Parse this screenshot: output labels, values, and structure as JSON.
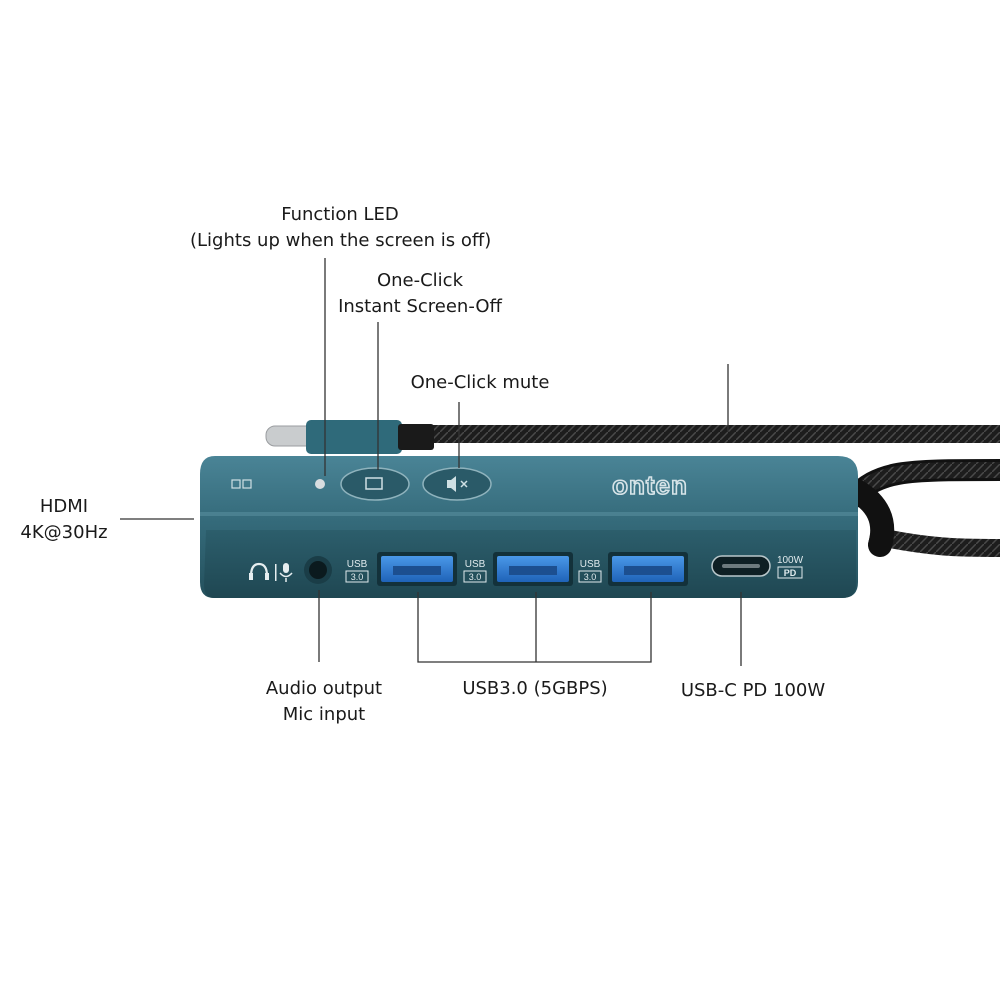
{
  "callouts": {
    "function_led": {
      "line1": "Function LED",
      "line2": "(Lights up when the screen is off)"
    },
    "screen_off": {
      "line1": "One-Click",
      "line2": "Instant Screen-Off"
    },
    "mute": {
      "line1": "One-Click mute"
    },
    "hdmi": {
      "line1": "HDMI",
      "line2": "4K@30Hz"
    },
    "audio": {
      "line1": "Audio output",
      "line2": "Mic input"
    },
    "usb3": {
      "line1": "USB3.0 (5GBPS)"
    },
    "usbc": {
      "line1": "USB-C PD 100W"
    }
  },
  "device": {
    "brand": "onten",
    "usb_port_label_top": "USB",
    "usb_port_label_bottom": "3.0",
    "pd_label_top": "100W",
    "pd_label_bottom": "PD"
  },
  "colors": {
    "hub_body": "#2d5d6b",
    "hub_top": "#3b7283",
    "usb_blue": "#2f7fd6",
    "cable": "#222222",
    "line": "#333333"
  }
}
